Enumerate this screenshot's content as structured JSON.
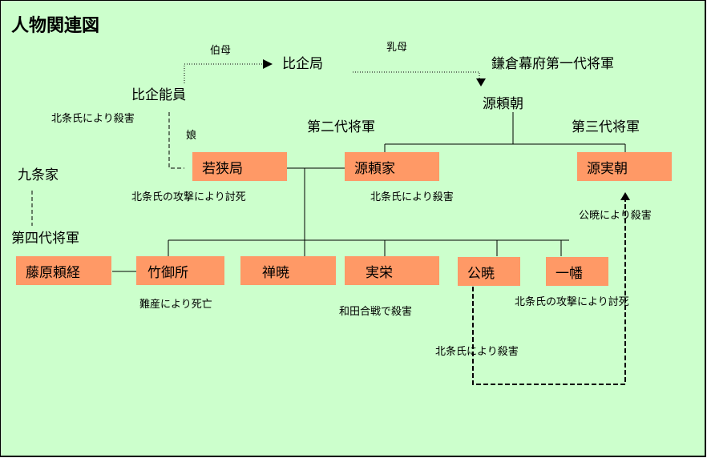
{
  "title": "人物関連図",
  "colors": {
    "background": "#ccffcc",
    "box": "#ff9966",
    "line": "#000000"
  },
  "people": {
    "hiki_yoshikazu": "比企能員",
    "hiki_no_tsubone": "比企局",
    "yoritomo": "源頼朝",
    "wakasa_no_tsubone": "若狭局",
    "yoriie": "源頼家",
    "sanetomo": "源実朝",
    "kujo": "九条家",
    "yoritsune": "藤原頼経",
    "take_no_gosho": "竹御所",
    "zengyo": "禅暁",
    "jitsuei": "実栄",
    "kugyo": "公暁",
    "ichiman": "一幡"
  },
  "labels": {
    "first_shogun": "鎌倉幕府第一代将軍",
    "second_shogun": "第二代将軍",
    "third_shogun": "第三代将軍",
    "fourth_shogun": "第四代将軍",
    "aunt": "伯母",
    "wet_nurse": "乳母",
    "daughter": "娘"
  },
  "notes": {
    "hiki_fate": "北条氏により殺害",
    "wakasa_fate": "北条氏の攻撃により討死",
    "yoriie_fate": "北条氏により殺害",
    "sanetomo_fate": "公暁により殺害",
    "take_fate": "難産により死亡",
    "jitsuei_fate": "和田合戦で殺害",
    "ichiman_fate": "北条氏の攻撃により討死",
    "kugyo_fate": "北条氏により殺害"
  }
}
